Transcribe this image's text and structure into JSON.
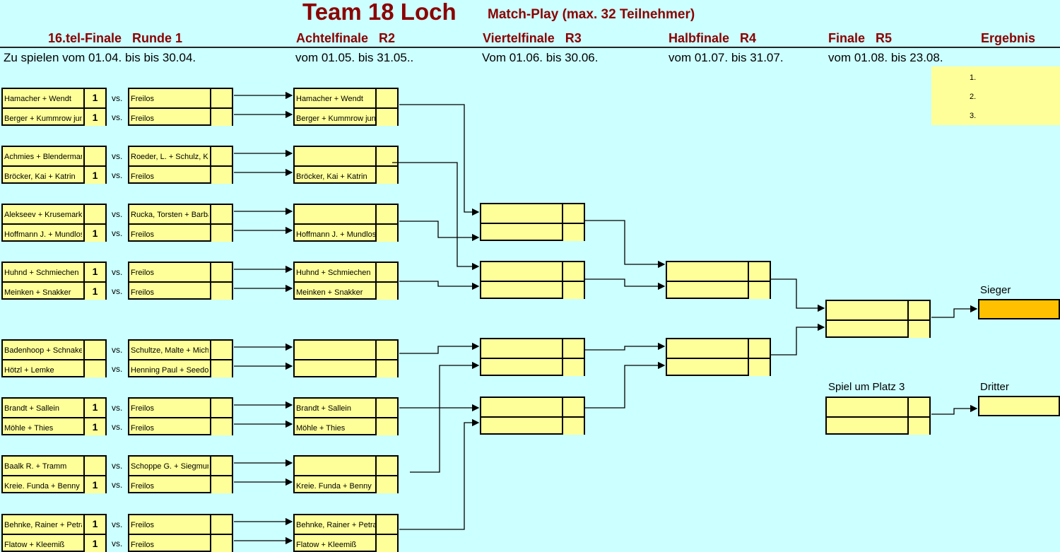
{
  "header": {
    "title": "Team 18 Loch",
    "subtitle": "Match-Play (max. 32 Teilnehmer)"
  },
  "rounds": [
    {
      "label": "16.tel-Finale   Runde 1",
      "dates": "Zu spielen vom 01.04. bis bis 30.04."
    },
    {
      "label": "Achtelfinale   R2",
      "dates": "vom 01.05. bis 31.05.."
    },
    {
      "label": "Viertelfinale   R3",
      "dates": "Vom 01.06. bis 30.06."
    },
    {
      "label": "Halbfinale   R4",
      "dates": "vom 01.07. bis 31.07."
    },
    {
      "label": "Finale   R5",
      "dates": "vom 01.08. bis 23.08."
    },
    {
      "label": "Ergebnis",
      "dates": ""
    }
  ],
  "ergebnis": [
    "1.",
    "2.",
    "3."
  ],
  "vs_label": "vs.",
  "round1": [
    [
      {
        "a": "Hamacher + Wendt",
        "as": "1",
        "b": "Freilos",
        "bs": ""
      },
      {
        "a": "Berger + Kummrow jun.",
        "as": "1",
        "b": "Freilos",
        "bs": ""
      }
    ],
    [
      {
        "a": "Achmies + Blendermann",
        "as": "",
        "b": "Roeder, L. + Schulz, K.",
        "bs": ""
      },
      {
        "a": "Bröcker, Kai + Katrin",
        "as": "1",
        "b": "Freilos",
        "bs": ""
      }
    ],
    [
      {
        "a": "Alekseev + Krusemark",
        "as": "",
        "b": "Rucka, Torsten + Barbara",
        "bs": ""
      },
      {
        "a": "Hoffmann J. + Mundlos M.",
        "as": "1",
        "b": "Freilos",
        "bs": ""
      }
    ],
    [
      {
        "a": "Huhnd + Schmiechen",
        "as": "1",
        "b": "Freilos",
        "bs": ""
      },
      {
        "a": "Meinken + Snakker",
        "as": "1",
        "b": "Freilos",
        "bs": ""
      }
    ],
    [
      {
        "a": "Badenhoop + Schnakenberg",
        "as": "",
        "b": "Schultze, Malte + Michael",
        "bs": ""
      },
      {
        "a": "Hötzl + Lemke",
        "as": "",
        "b": "Henning Paul + Seedorf",
        "bs": ""
      }
    ],
    [
      {
        "a": "Brandt + Sallein",
        "as": "1",
        "b": "Freilos",
        "bs": ""
      },
      {
        "a": "Möhle + Thies",
        "as": "1",
        "b": "Freilos",
        "bs": ""
      }
    ],
    [
      {
        "a": "Baalk R. + Tramm",
        "as": "",
        "b": "Schoppe G. + Siegmund T.",
        "bs": ""
      },
      {
        "a": "Kreie. Funda + Benny",
        "as": "1",
        "b": "Freilos",
        "bs": ""
      }
    ],
    [
      {
        "a": "Behnke, Rainer + Petra",
        "as": "1",
        "b": "Freilos",
        "bs": ""
      },
      {
        "a": "Flatow + Kleemiß",
        "as": "1",
        "b": "Freilos",
        "bs": ""
      }
    ]
  ],
  "round2": [
    [
      "Hamacher + Wendt",
      "Berger + Kummrow jun."
    ],
    [
      "",
      "Bröcker, Kai + Katrin"
    ],
    [
      "",
      "Hoffmann J. + Mundlos M."
    ],
    [
      "Huhnd + Schmiechen",
      "Meinken + Snakker"
    ],
    [
      "",
      ""
    ],
    [
      "Brandt + Sallein",
      "Möhle + Thies"
    ],
    [
      "",
      "Kreie. Funda + Benny"
    ],
    [
      "Behnke, Rainer + Petra",
      "Flatow + Kleemiß"
    ]
  ],
  "round3": [
    [
      "",
      ""
    ],
    [
      "",
      ""
    ],
    [
      "",
      ""
    ],
    [
      "",
      ""
    ]
  ],
  "round4": [
    [
      "",
      ""
    ],
    [
      "",
      ""
    ]
  ],
  "final": [
    "",
    ""
  ],
  "third_place": {
    "label": "Spiel um Platz 3",
    "teams": [
      "",
      ""
    ]
  },
  "winner": {
    "label": "Sieger",
    "value": ""
  },
  "third": {
    "label": "Dritter",
    "value": ""
  },
  "colors": {
    "bg": "#ccffff",
    "cell": "#ffff99",
    "header": "#8b0000",
    "winner": "#ffc000"
  }
}
